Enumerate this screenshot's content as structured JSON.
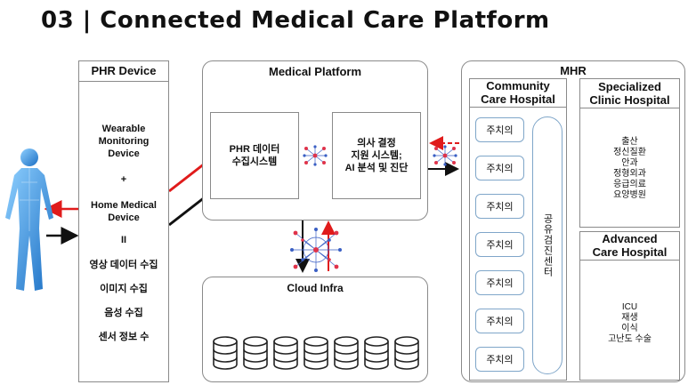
{
  "page_title": "03  |  Connected Medical Care Platform",
  "phr_device": {
    "header": "PHR Device",
    "wearable": "Wearable\nMonitoring\nDevice",
    "plus": "+",
    "home": "Home Medical\nDevice",
    "equals": "II",
    "items": [
      "영상 데이터 수집",
      "이미지 수집",
      "음성 수집",
      "센서 정보 수"
    ]
  },
  "medical_platform": {
    "header": "Medical Platform",
    "phr_system": "PHR 데이터\n수집시스템",
    "decision_system": "의사 결정\n지원 시스템;\nAI 분석 및 진단"
  },
  "cloud": {
    "header": "Cloud Infra",
    "database_count_label": ""
  },
  "mhr": {
    "header": "MHR",
    "community": {
      "header": "Community\nCare Hospital",
      "doctors": [
        "주치의",
        "주치의",
        "주치의",
        "주치의",
        "주치의",
        "주치의",
        "주치의"
      ],
      "center_label": "공유검진센터"
    },
    "specialized": {
      "header": "Specialized\nClinic Hospital",
      "items": [
        "출산",
        "정신질환",
        "안과",
        "정형외과",
        "응급의료",
        "요양병원"
      ]
    },
    "advanced": {
      "header": "Advanced\nCare Hospital",
      "items": [
        "ICU",
        "재생",
        "이식",
        "고난도 수술"
      ]
    }
  },
  "colors": {
    "red_arrow": "#e01b1b",
    "black_arrow": "#111111",
    "border": "#8a8a8a",
    "node_red": "#e0334a",
    "node_blue": "#3a5fc4"
  }
}
